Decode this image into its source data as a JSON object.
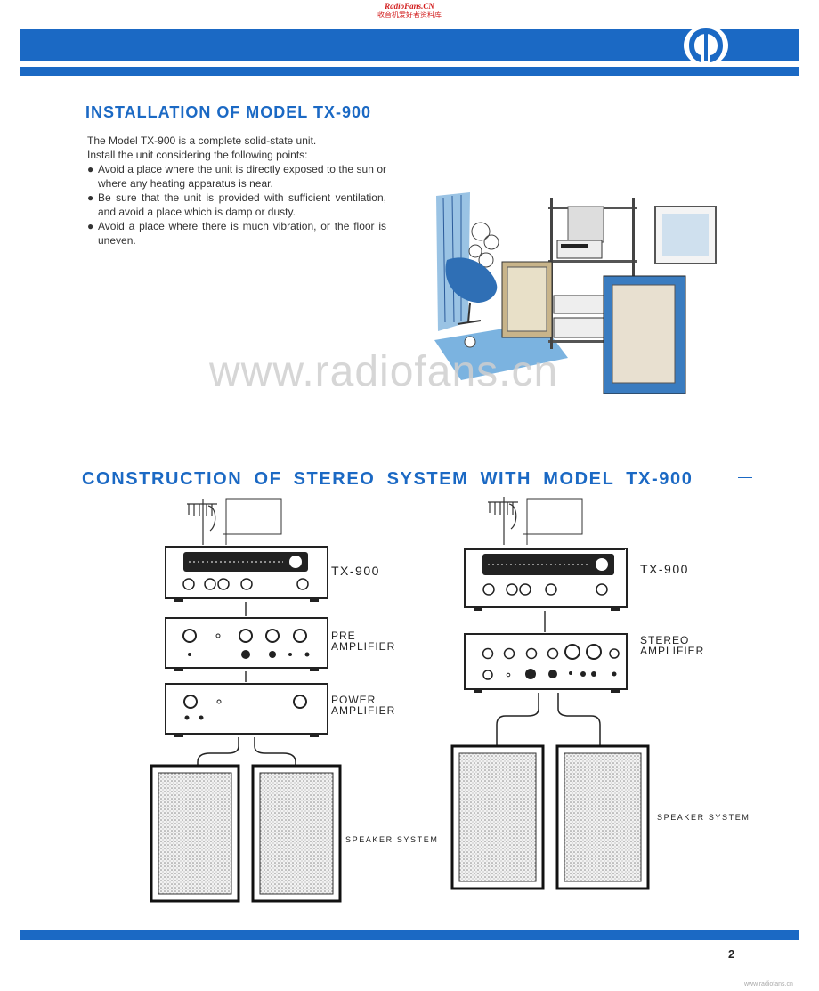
{
  "header": {
    "site_name": "RadioFans.CN",
    "site_subtitle": "收音机爱好者资料库"
  },
  "installation": {
    "heading": "INSTALLATION OF MODEL TX-900",
    "lines": [
      "The Model TX-900  is a complete solid-state unit.",
      "Install the unit considering the following points:"
    ],
    "points": [
      "Avoid a place where the unit is directly exposed to the sun or where any heating apparatus is near.",
      "Be sure that the unit is provided with sufficient ventilation, and avoid a place which is damp or dusty.",
      "Avoid a place where there is much vibration, or the floor is uneven."
    ],
    "bullet": "●"
  },
  "watermark": "www.radiofans.cn",
  "construction": {
    "heading": "CONSTRUCTION OF STEREO SYSTEM WITH MODEL TX-900",
    "left": {
      "tuner": "TX-900",
      "pre_amp": [
        "PRE",
        "AMPLIFIER"
      ],
      "power_amp": [
        "POWER",
        "AMPLIFIER"
      ],
      "speakers": "SPEAKER SYSTEM"
    },
    "right": {
      "tuner": "TX-900",
      "amp": [
        "STEREO",
        "AMPLIFIER"
      ],
      "speakers": "SPEAKER SYSTEM"
    }
  },
  "page_number": "2",
  "footer_url": "www.radiofans.cn",
  "colors": {
    "brand_blue": "#1b69c4"
  }
}
